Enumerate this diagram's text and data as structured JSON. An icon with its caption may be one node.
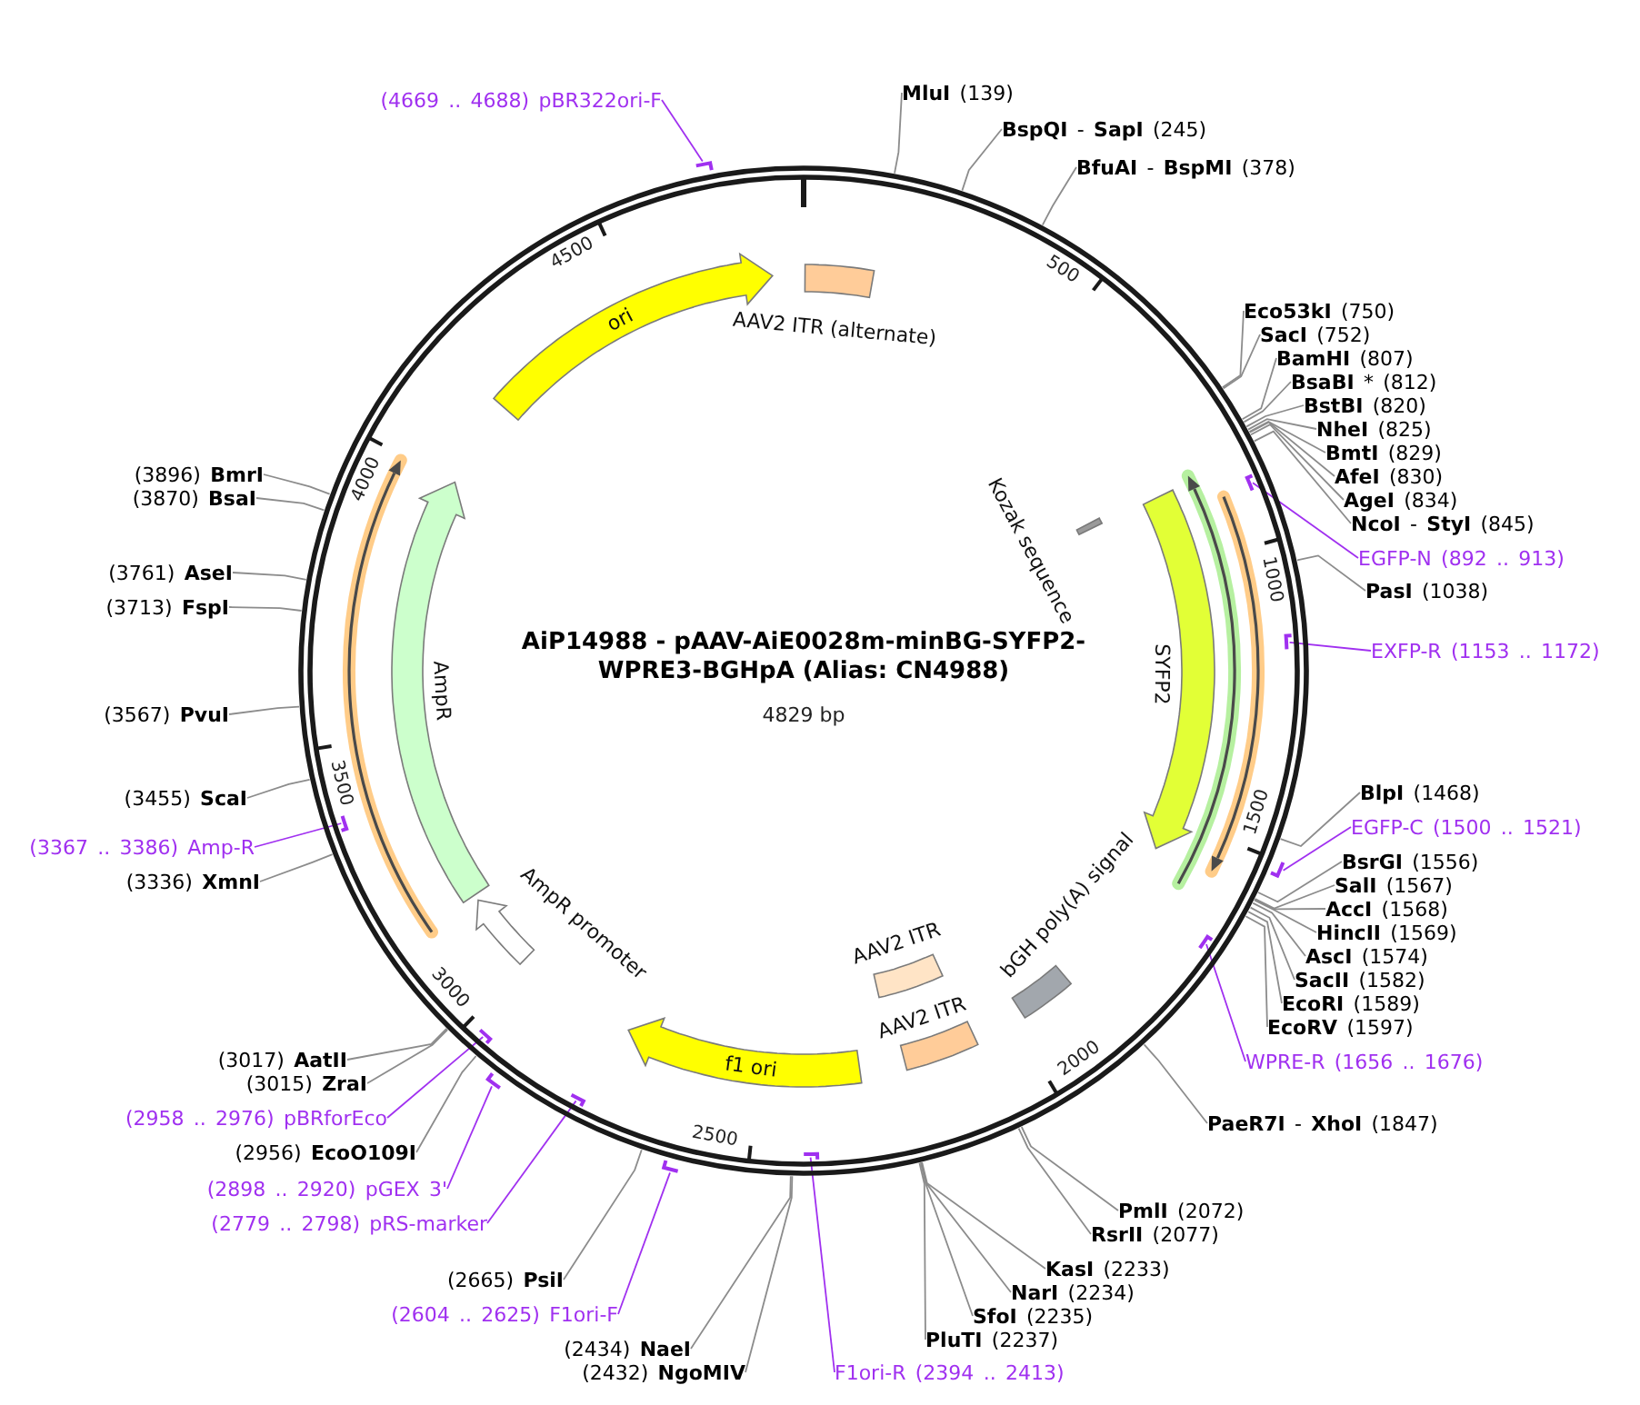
{
  "diagram": {
    "title": "AiP14988 - pAAV-AiE0028m-minBG-SYFP2-WPRE3-BGHpA (Alias: CN4988)",
    "nodes": [
      {
        "text": [],
        "shape": "circle"
      },
      {
        "text": [
          "ori"
        ],
        "in": 0
      },
      {
        "text": [
          "AAV2 ITR (alternate)"
        ],
        "in": 0
      },
      {
        "text": [
          "Kozak sequence"
        ],
        "in": 0
      },
      {
        "text": [
          "SYFP2"
        ],
        "in": 0
      },
      {
        "text": [],
        "shape": "arrow",
        "in": 0
      },
      {
        "text": [],
        "shape": "arrow",
        "in": 0
      },
      {
        "text": [
          "bGH poly(A) signal"
        ],
        "in": 0
      },
      {
        "text": [
          "AAV2 ITR"
        ],
        "in": 0
      },
      {
        "text": [
          "AAV2 ITR"
        ],
        "in": 0
      },
      {
        "text": [
          "f1 ori"
        ],
        "in": 0
      },
      {
        "text": [
          "AmpR promoter"
        ],
        "in": 0
      },
      {
        "text": [
          "AmpR"
        ],
        "in": 0
      },
      {
        "text": [],
        "shape": "arrow",
        "in": 0
      },
      {
        "text": [
          "**MluI** (139)"
        ]
      },
      {
        "text": [
          "**BspQI** - **SapI** (245)"
        ]
      },
      {
        "text": [
          "**BfuAI** - **BspMI** (378)"
        ]
      },
      {
        "text": [
          "**Eco53kI** (750)"
        ]
      },
      {
        "text": [
          "**SacI** (752)"
        ]
      },
      {
        "text": [
          "**BamHI** (807)"
        ]
      },
      {
        "text": [
          "**BsaBI** * (812)"
        ]
      },
      {
        "text": [
          "**BstBI** (820)"
        ]
      },
      {
        "text": [
          "**NheI** (825)"
        ]
      },
      {
        "text": [
          "**BmtI** (829)"
        ]
      },
      {
        "text": [
          "**AfeI** (830)"
        ]
      },
      {
        "text": [
          "**AgeI** (834)"
        ]
      },
      {
        "text": [
          "**NcoI** - **StyI** (845)"
        ]
      },
      {
        "text": [
          "EGFP-N (892 .. 913)"
        ]
      },
      {
        "text": [],
        "shape": "bar",
        "in": 0
      },
      {
        "text": [
          "**PasI** (1038)"
        ]
      },
      {
        "text": [
          "EXFP-R (1153 .. 1172)"
        ]
      },
      {
        "text": [],
        "shape": "bar",
        "in": 0
      },
      {
        "text": [
          "**BlpI** (1468)"
        ]
      },
      {
        "text": [
          "EGFP-C (1500 .. 1521)"
        ]
      },
      {
        "text": [],
        "shape": "bar"
      },
      {
        "text": [
          "**BsrGI** (1556)"
        ]
      },
      {
        "text": [
          "**SalI** (1567)"
        ]
      },
      {
        "text": [
          "**AccI** (1568)"
        ]
      },
      {
        "text": [
          "**HincII** (1569)"
        ]
      },
      {
        "text": [
          "**AscI** (1574)"
        ]
      },
      {
        "text": [
          "**SacII** (1582)"
        ]
      },
      {
        "text": [
          "**EcoRI** (1589)"
        ]
      },
      {
        "text": [
          "**EcoRV** (1597)"
        ]
      },
      {
        "text": [
          "WPRE-R (1656 .. 1676)"
        ]
      },
      {
        "text": [],
        "shape": "bar",
        "in": 0
      },
      {
        "text": [
          "**PaeR7I** - **XhoI** (1847)"
        ]
      },
      {
        "text": [
          "**PmlI** (2072)"
        ]
      },
      {
        "text": [
          "**RsrII** (2077)"
        ]
      },
      {
        "text": [
          "**KasI** (2233)"
        ]
      },
      {
        "text": [
          "**NarI** (2234)"
        ]
      },
      {
        "text": [
          "**SfoI** (2235)"
        ]
      },
      {
        "text": [
          "**PluTI** (2237)"
        ]
      },
      {
        "text": [
          "F1ori-R (2394 .. 2413)"
        ]
      },
      {
        "text": [],
        "shape": "bar",
        "in": 0
      },
      {
        "text": [
          "(2434) **NaeI**"
        ]
      },
      {
        "text": [
          "(2432) **NgoMIV**"
        ]
      },
      {
        "text": [
          "(2604 .. 2625) F1ori-F"
        ]
      },
      {
        "text": [],
        "shape": "bar"
      },
      {
        "text": [
          "(2665) **PsiI**"
        ]
      },
      {
        "text": [
          "(2779 .. 2798) pRS-marker"
        ]
      },
      {
        "text": [],
        "shape": "bar",
        "in": 0
      },
      {
        "text": [
          "(2898 .. 2920) pGEX 3'"
        ]
      },
      {
        "text": [],
        "shape": "bar"
      },
      {
        "text": [
          "(2956) **EcoO109I**"
        ]
      },
      {
        "text": [
          "(2958 .. 2976) pBRforEco"
        ]
      },
      {
        "text": [],
        "shape": "bar",
        "in": 0
      },
      {
        "text": [
          "(3015) **ZraI**"
        ]
      },
      {
        "text": [
          "(3017) **AatII**"
        ]
      },
      {
        "text": [
          "(3336) **XmnI**"
        ]
      },
      {
        "text": [
          "(3367 .. 3386) Amp-R"
        ]
      },
      {
        "text": [],
        "shape": "bar",
        "in": 0
      },
      {
        "text": [
          "(3455) **ScaI**"
        ]
      },
      {
        "text": [
          "(3567) **PvuI**"
        ]
      },
      {
        "text": [
          "(3713) **FspI**"
        ]
      },
      {
        "text": [
          "(3761) **AseI**"
        ]
      },
      {
        "text": [
          "(3870) **BsaI**"
        ]
      },
      {
        "text": [
          "(3896) **BmrI**"
        ]
      },
      {
        "text": [
          "(4669 .. 4688) pBR322ori-F"
        ]
      },
      {
        "text": [],
        "shape": "bar"
      }
    ],
    "edges": [
      {
        "from": 14,
        "to": 0,
        "arrow": "none"
      },
      {
        "from": 15,
        "to": 0,
        "arrow": "none"
      },
      {
        "from": 16,
        "to": 0,
        "arrow": "none"
      },
      {
        "from": 17,
        "to": 0,
        "arrow": "none"
      },
      {
        "from": 18,
        "to": 0,
        "arrow": "none"
      },
      {
        "from": 19,
        "to": 0,
        "arrow": "none"
      },
      {
        "from": 20,
        "to": 0,
        "arrow": "none"
      },
      {
        "from": 21,
        "to": 0,
        "arrow": "none"
      },
      {
        "from": 22,
        "to": 0,
        "arrow": "none"
      },
      {
        "from": 23,
        "to": 0,
        "arrow": "none"
      },
      {
        "from": 24,
        "to": 0,
        "arrow": "none"
      },
      {
        "from": 25,
        "to": 0,
        "arrow": "none"
      },
      {
        "from": 26,
        "to": 0,
        "arrow": "none"
      },
      {
        "from": 27,
        "to": 28,
        "arrow": "none",
        "color": "#a030f0"
      },
      {
        "from": 29,
        "to": 0,
        "arrow": "none"
      },
      {
        "from": 30,
        "to": 31,
        "arrow": "none",
        "color": "#a030f0"
      },
      {
        "from": 32,
        "to": 0,
        "arrow": "none"
      },
      {
        "from": 33,
        "to": 34,
        "arrow": "none",
        "color": "#a030f0"
      },
      {
        "from": 35,
        "to": 0,
        "arrow": "none"
      },
      {
        "from": 36,
        "to": 0,
        "arrow": "none"
      },
      {
        "from": 37,
        "to": 0,
        "arrow": "none"
      },
      {
        "from": 38,
        "to": 0,
        "arrow": "none"
      },
      {
        "from": 39,
        "to": 0,
        "arrow": "none"
      },
      {
        "from": 40,
        "to": 0,
        "arrow": "none"
      },
      {
        "from": 41,
        "to": 0,
        "arrow": "none"
      },
      {
        "from": 42,
        "to": 0,
        "arrow": "none"
      },
      {
        "from": 43,
        "to": 44,
        "arrow": "none",
        "color": "#a030f0"
      },
      {
        "from": 45,
        "to": 0,
        "arrow": "none"
      },
      {
        "from": 46,
        "to": 0,
        "arrow": "none"
      },
      {
        "from": 47,
        "to": 0,
        "arrow": "none"
      },
      {
        "from": 48,
        "to": 0,
        "arrow": "none"
      },
      {
        "from": 49,
        "to": 0,
        "arrow": "none"
      },
      {
        "from": 50,
        "to": 0,
        "arrow": "none"
      },
      {
        "from": 51,
        "to": 0,
        "arrow": "none"
      },
      {
        "from": 52,
        "to": 53,
        "arrow": "none",
        "color": "#a030f0"
      },
      {
        "from": 54,
        "to": 0,
        "arrow": "none"
      },
      {
        "from": 55,
        "to": 0,
        "arrow": "none"
      },
      {
        "from": 56,
        "to": 57,
        "arrow": "none",
        "color": "#a030f0"
      },
      {
        "from": 58,
        "to": 0,
        "arrow": "none"
      },
      {
        "from": 59,
        "to": 60,
        "arrow": "none",
        "color": "#a030f0"
      },
      {
        "from": 61,
        "to": 62,
        "arrow": "none",
        "color": "#a030f0"
      },
      {
        "from": 63,
        "to": 0,
        "arrow": "none"
      },
      {
        "from": 64,
        "to": 65,
        "arrow": "none",
        "color": "#a030f0"
      },
      {
        "from": 66,
        "to": 0,
        "arrow": "none"
      },
      {
        "from": 67,
        "to": 0,
        "arrow": "none"
      },
      {
        "from": 68,
        "to": 0,
        "arrow": "none"
      },
      {
        "from": 69,
        "to": 70,
        "arrow": "none",
        "color": "#a030f0"
      },
      {
        "from": 71,
        "to": 0,
        "arrow": "none"
      },
      {
        "from": 72,
        "to": 0,
        "arrow": "none"
      },
      {
        "from": 73,
        "to": 0,
        "arrow": "none"
      },
      {
        "from": 74,
        "to": 0,
        "arrow": "none"
      },
      {
        "from": 75,
        "to": 0,
        "arrow": "none"
      },
      {
        "from": 76,
        "to": 0,
        "arrow": "none"
      },
      {
        "from": 77,
        "to": 78,
        "arrow": "none",
        "color": "#a030f0"
      }
    ],
    "labels": [
      "4829 bp",
      "500",
      "1000",
      "1500",
      "2000",
      "2500",
      "3000",
      "3500",
      "4000",
      "4500"
    ]
  }
}
